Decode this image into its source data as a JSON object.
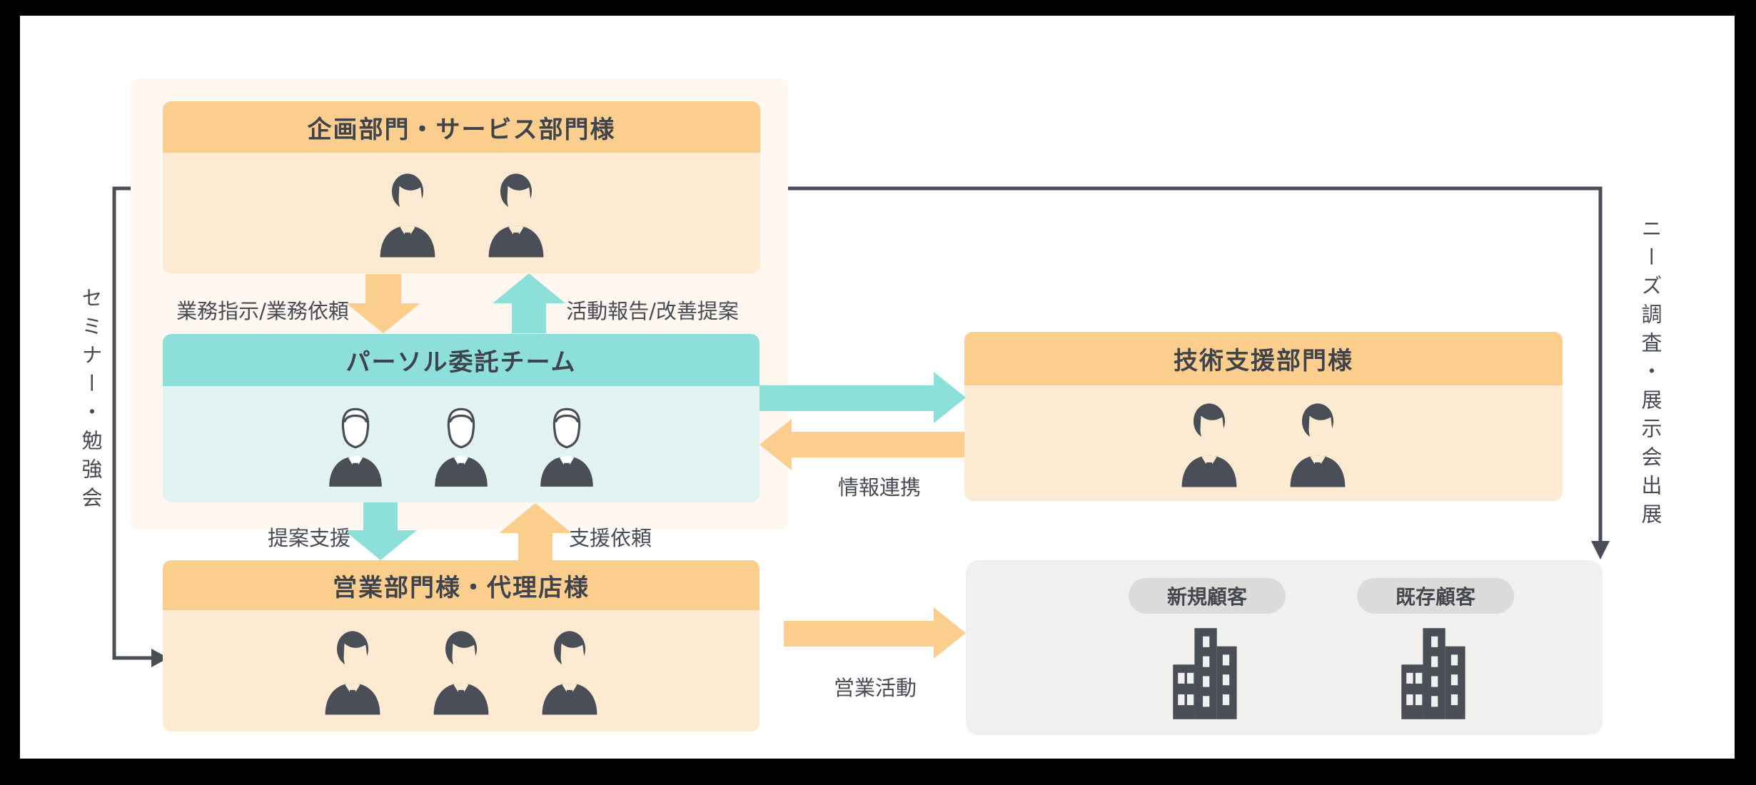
{
  "boxes": {
    "planning": {
      "title": "企画部門・サービス部門様",
      "members": 2
    },
    "persol": {
      "title": "パーソル委託チーム",
      "members": 3
    },
    "sales": {
      "title": "営業部門様・代理店様",
      "members": 3
    },
    "tech_support": {
      "title": "技術支援部門様",
      "members": 2
    }
  },
  "customer_area": {
    "new_label": "新規顧客",
    "existing_label": "既存顧客"
  },
  "arrow_labels": {
    "work_directive": "業務指示/業務依頼",
    "activity_report": "活動報告/改善提案",
    "proposal_support": "提案支援",
    "support_request": "支援依頼",
    "info_sharing": "情報連携",
    "sales_activity": "営業活動"
  },
  "side_labels": {
    "left_vertical": "セミナー・勉強会",
    "right_vertical": "ニーズ調査・展示会出展"
  },
  "colors": {
    "orange_header": "#FBCE8D",
    "orange_body": "#FDEAD2",
    "teal_header": "#8CE0D9",
    "teal_body": "#E2F4F2",
    "cream_panel": "#FFF8F0",
    "gray_panel": "#F0F0EF",
    "pill": "#DBDBDA",
    "line_dark": "#4A4E57",
    "text_dark": "#474B54"
  }
}
